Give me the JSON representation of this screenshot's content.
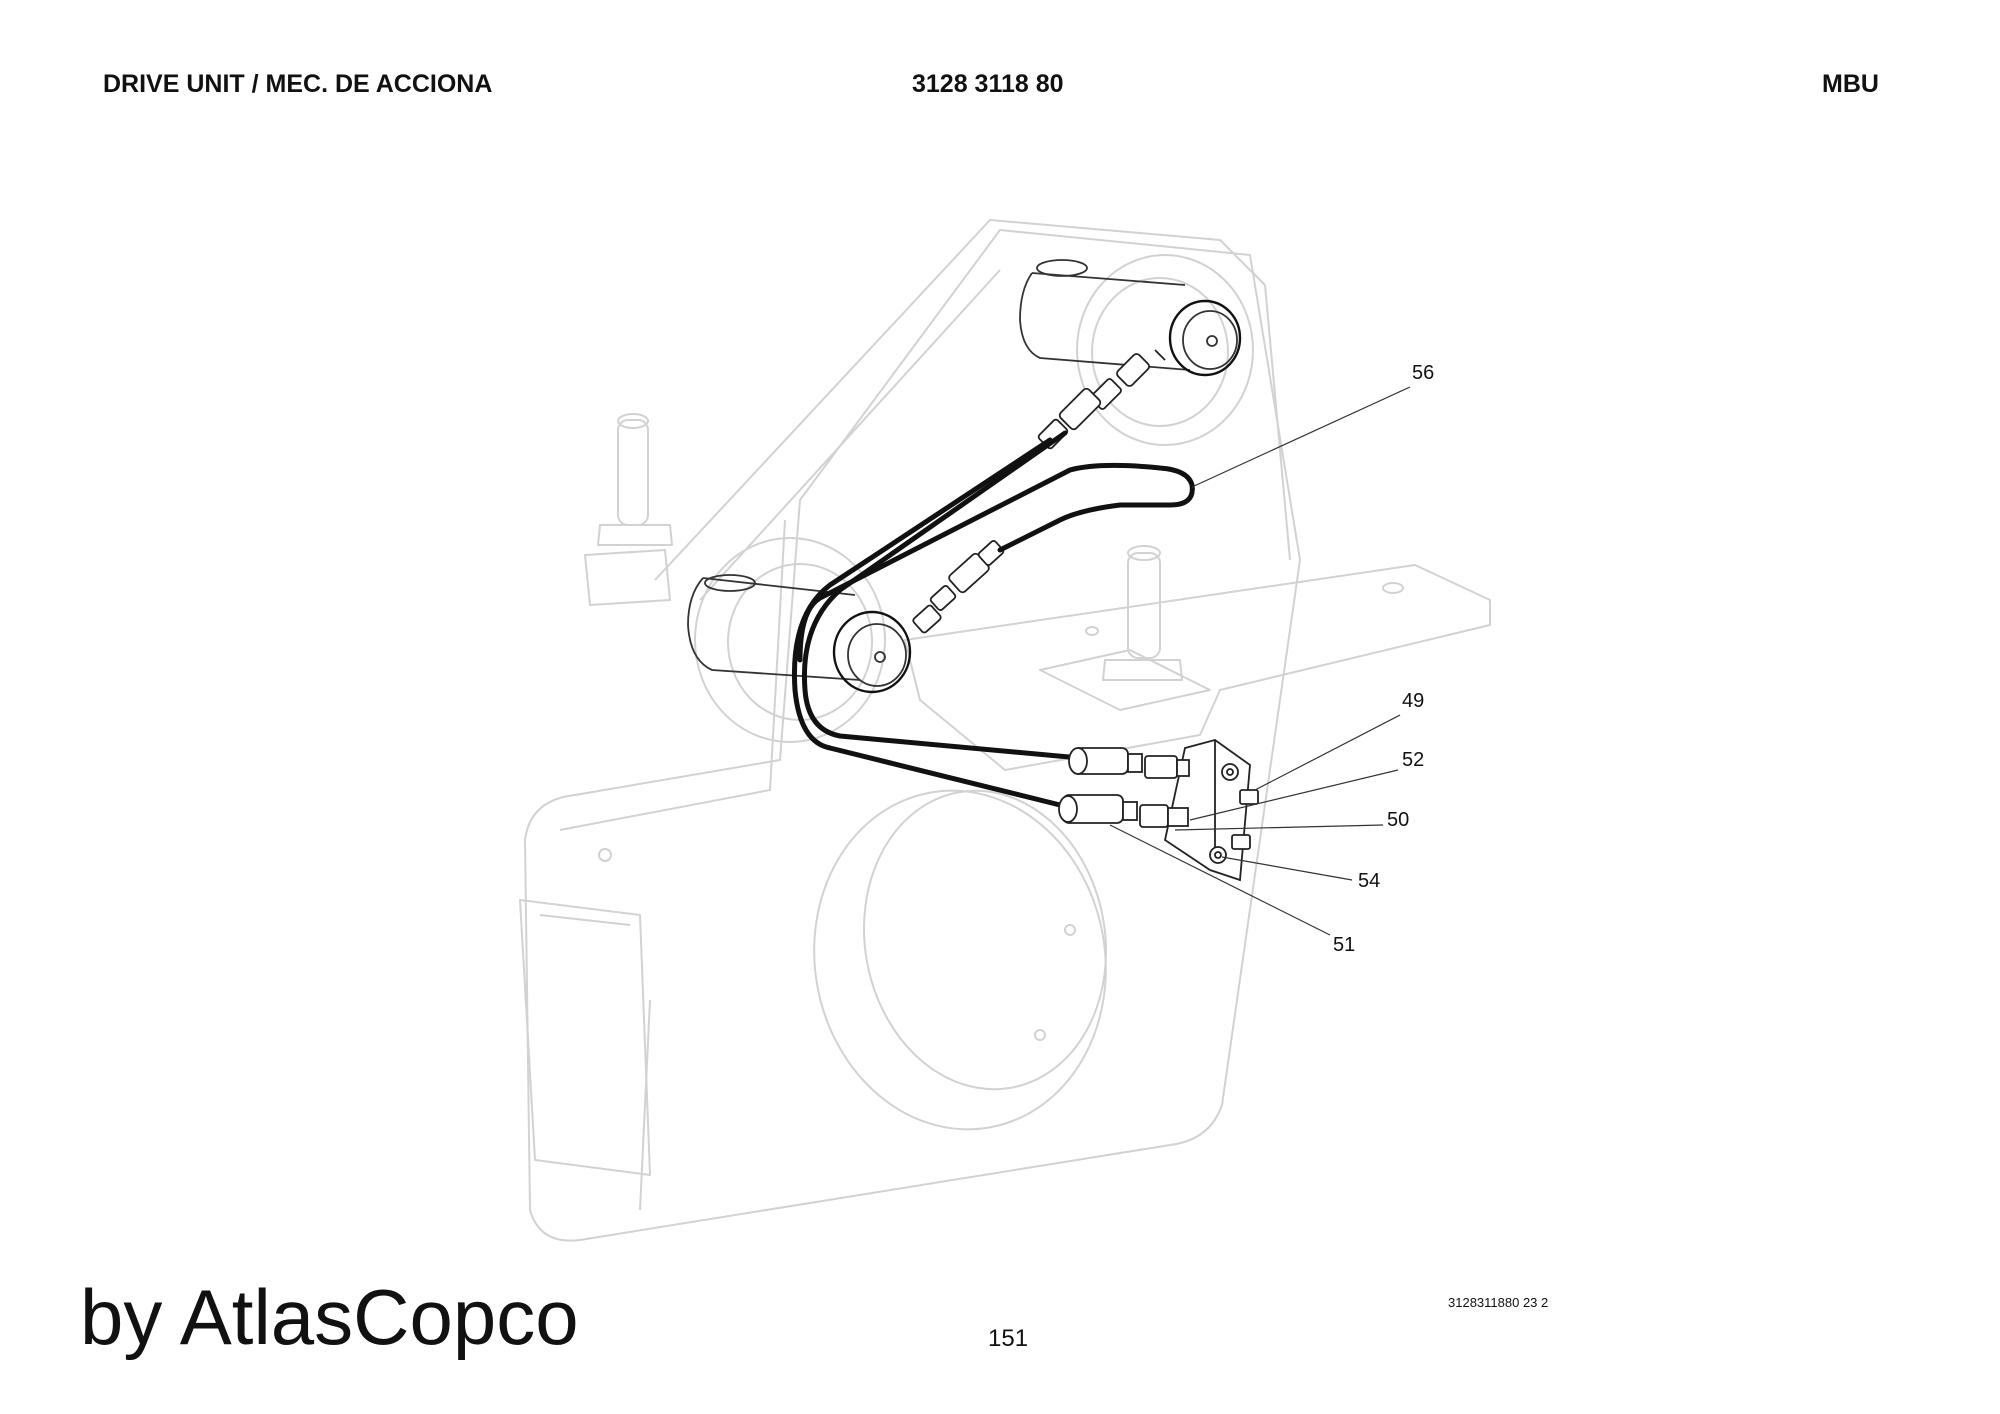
{
  "header": {
    "left": "DRIVE UNIT / MEC. DE ACCIONA",
    "center": "3128 3118 80",
    "right": "MBU"
  },
  "callouts": [
    "56",
    "49",
    "52",
    "50",
    "54",
    "51"
  ],
  "footer": {
    "brand": "by AtlasCopco",
    "page_number": "151",
    "doc_ref": "3128311880 23 2"
  },
  "colors": {
    "ghost_line": "#d2d2d2",
    "ink": "#111111"
  }
}
